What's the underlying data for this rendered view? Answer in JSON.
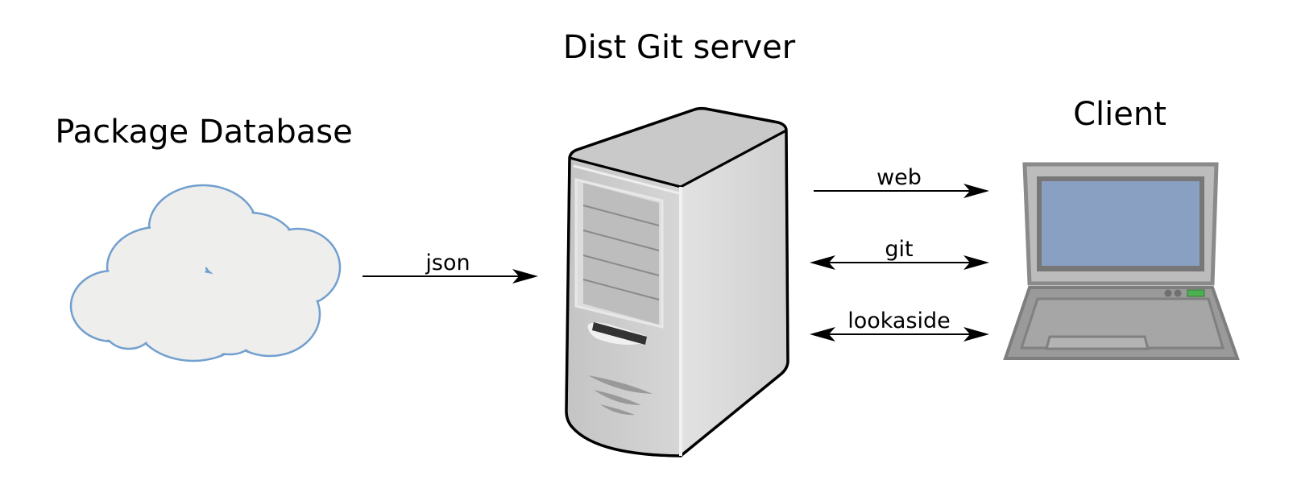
{
  "nodes": {
    "package_database": {
      "label": "Package Database",
      "icon": "cloud-icon"
    },
    "dist_git_server": {
      "label": "Dist Git server",
      "icon": "server-tower-icon"
    },
    "client": {
      "label": "Client",
      "icon": "laptop-icon"
    }
  },
  "edges": [
    {
      "label": "json",
      "from": "Package Database",
      "to": "Dist Git server",
      "direction": "one-way"
    },
    {
      "label": "web",
      "from": "Dist Git server",
      "to": "Client",
      "direction": "one-way"
    },
    {
      "label": "git",
      "from": "Dist Git server",
      "to": "Client",
      "direction": "two-way"
    },
    {
      "label": "lookaside",
      "from": "Dist Git server",
      "to": "Client",
      "direction": "two-way"
    }
  ],
  "colors": {
    "cloud_fill": "#eeeeec",
    "cloud_stroke": "#729fcf",
    "laptop_screen": "#8aa0c2",
    "laptop_body": "#9a9a9a",
    "laptop_indicator": "#4caf50"
  }
}
